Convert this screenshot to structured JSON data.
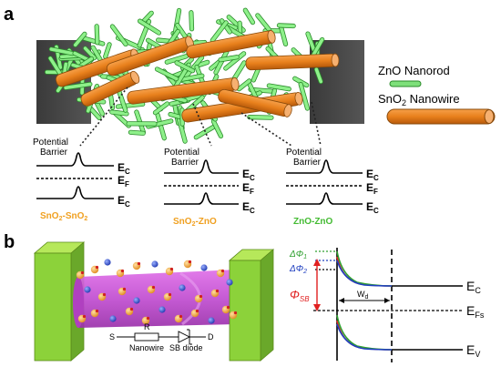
{
  "panel_a": {
    "label": "a",
    "legend": {
      "zno_label": "ZnO Nanorod",
      "sno2_prefix": "SnO",
      "sno2_sub": "2",
      "sno2_suffix": " Nanowire"
    },
    "junctions": [
      {
        "barrier_line1": "Potential",
        "barrier_line2": "Barrier",
        "ec": "E",
        "ec_sub": "C",
        "ef": "E",
        "ef_sub": "F",
        "ec2": "E",
        "ec2_sub": "C",
        "title_a": "SnO",
        "title_a_sub": "2",
        "title_sep": "-",
        "title_b": "SnO",
        "title_b_sub": "2",
        "title_color": "#f0a020"
      },
      {
        "barrier_line1": "Potential",
        "barrier_line2": "Barrier",
        "ec": "E",
        "ec_sub": "C",
        "ef": "E",
        "ef_sub": "F",
        "ec2": "E",
        "ec2_sub": "C",
        "title_a": "SnO",
        "title_a_sub": "2",
        "title_sep": "-ZnO",
        "title_b": "",
        "title_b_sub": "",
        "title_color": "#f0a020"
      },
      {
        "barrier_line1": "Potential",
        "barrier_line2": "Barrier",
        "ec": "E",
        "ec_sub": "C",
        "ef": "E",
        "ef_sub": "F",
        "ec2": "E",
        "ec2_sub": "C",
        "title_a": "ZnO-ZnO",
        "title_a_sub": "",
        "title_sep": "",
        "title_b": "",
        "title_b_sub": "",
        "title_color": "#44bb33"
      }
    ]
  },
  "panel_b": {
    "label": "b",
    "circuit": {
      "s": "S",
      "r": "R",
      "d": "D",
      "nanowire": "Nanowire",
      "sb_diode": "SB diode"
    },
    "band": {
      "delta1": "ΔΦ",
      "delta1_sub": "1",
      "delta2": "ΔΦ",
      "delta2_sub": "2",
      "phi_sb": "Φ",
      "phi_sb_sub": "SB",
      "wd": "W",
      "wd_sub": "d",
      "ec": "E",
      "ec_sub": "C",
      "efs": "E",
      "efs_sub": "Fs",
      "ev": "E",
      "ev_sub": "V"
    },
    "colors": {
      "red": "#e02020",
      "green": "#30a030",
      "blue": "#2040c0"
    }
  }
}
